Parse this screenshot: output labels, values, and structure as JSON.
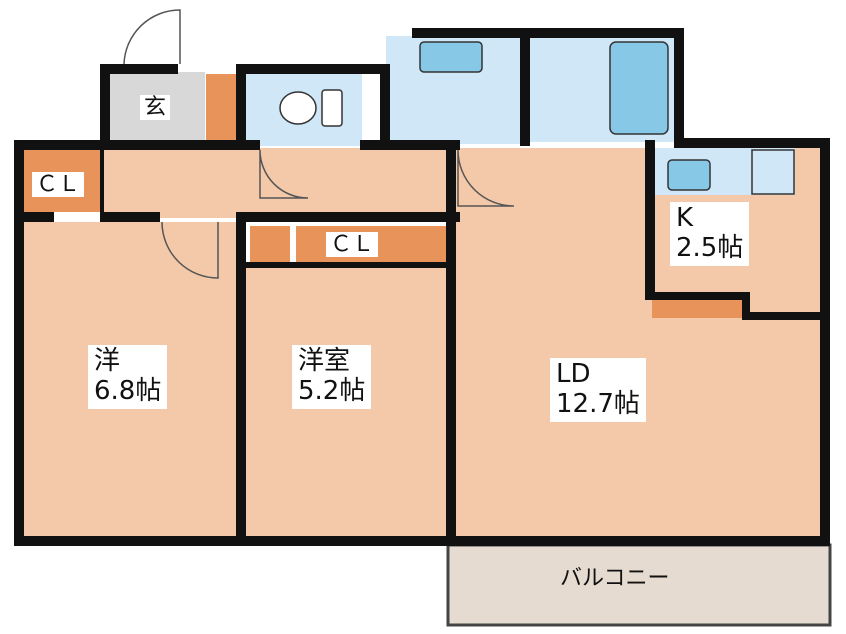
{
  "colors": {
    "room_floor": "#f3c9a9",
    "closet": "#e8935a",
    "wet_area": "#cfe7f6",
    "fixture": "#86c8e6",
    "entrance": "#d8d8d8",
    "balcony": "#e5dbd0",
    "wall": "#111111"
  },
  "rooms": {
    "entrance": {
      "label": "玄"
    },
    "closet_left": {
      "label": "ＣＬ"
    },
    "closet_middle": {
      "label": "ＣＬ"
    },
    "western_left": {
      "name": "洋",
      "size": "6.8帖"
    },
    "western_middle": {
      "name": "洋室",
      "size": "5.2帖"
    },
    "ld": {
      "name": "LD",
      "size": "12.7帖"
    },
    "kitchen": {
      "name": "K",
      "size": "2.5帖"
    },
    "balcony": {
      "label": "バルコニー"
    }
  },
  "icons": [
    "toilet-icon",
    "washbasin-icon",
    "bathtub-icon",
    "sink-icon",
    "door-swing-icon"
  ]
}
